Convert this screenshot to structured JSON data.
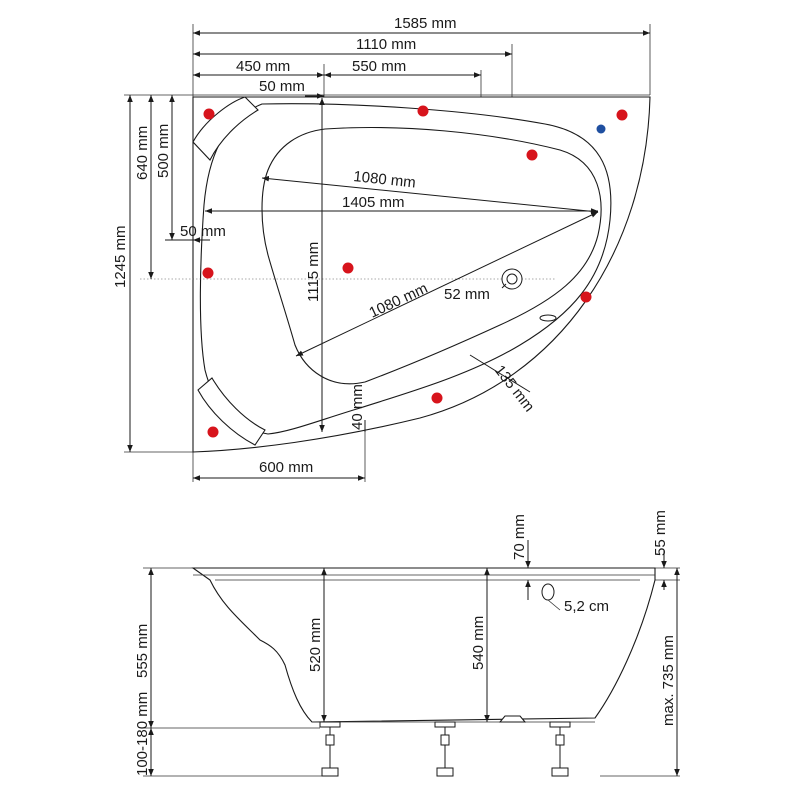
{
  "top_view": {
    "dimensions": {
      "overall_width": "1585 mm",
      "width_to_drain": "1110 mm",
      "left_to_inner": "450 mm",
      "inner_to_overflow": "550 mm",
      "rim_offset_top": "50 mm",
      "overall_depth": "1245 mm",
      "depth_to_drain": "640 mm",
      "inner_depth_to_drain": "500 mm",
      "rim_offset_left": "50 mm",
      "diagonal_upper": "1080 mm",
      "inner_length": "1405 mm",
      "inner_depth": "1115 mm",
      "diagonal_lower": "1080 mm",
      "drain_diameter": "52 mm",
      "rim_width": "135 mm",
      "rim_offset_bottom": "40 mm",
      "bottom_width": "600 mm"
    },
    "markers": {
      "red_color": "#d7141c",
      "blue_color": "#1f4fa0"
    }
  },
  "side_view": {
    "dimensions": {
      "overflow_from_rim": "70 mm",
      "rim_thickness": "55 mm",
      "overflow_diameter": "5,2 cm",
      "outer_height": "555 mm",
      "leg_height": "100-180 mm",
      "inner_depth_left": "520 mm",
      "inner_depth_right": "540 mm",
      "max_height": "max. 735 mm"
    }
  }
}
